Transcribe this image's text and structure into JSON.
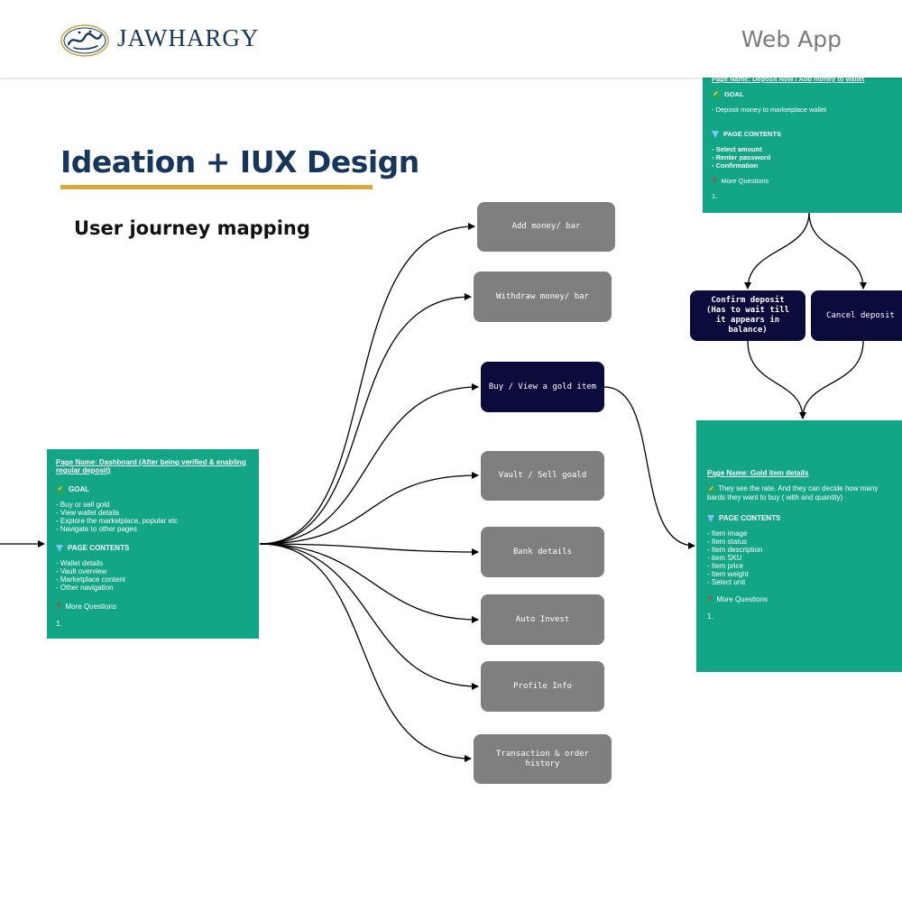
{
  "header": {
    "brand": "JAWHARGY",
    "platform": "Web App",
    "logo_icon": "jawhargy-calligraphy-logo"
  },
  "slide": {
    "title": "Ideation + IUX Design",
    "subtitle": "User journey mapping"
  },
  "colors": {
    "brand_navy": "#16365c",
    "gold_underline": "#d6aa3b",
    "card_green": "#13a686",
    "node_gray": "#7f7f7f",
    "node_navy": "#0b0b3c"
  },
  "dashboard_card": {
    "page_name": "Page Name: Dashboard (After being verified & enabling regular deposit)",
    "goal_label": "GOAL",
    "goals": [
      "- Buy or sell gold",
      "- View wallet details",
      "- Explore the marketplace, popular etc",
      "- Navigate to other pages"
    ],
    "contents_label": "PAGE CONTENTS",
    "contents": [
      "- Wallet details",
      "- Vault overview",
      "- Marketplace content",
      "- Other navigation"
    ],
    "questions_label": "More Questions",
    "numbering": "1."
  },
  "deposit_card": {
    "page_name": "Page Name: Deposit Now / Add money to wallet",
    "goal_label": "GOAL",
    "goals": [
      "- Deposit money to marketplace wallet"
    ],
    "contents_label": "PAGE CONTENTS",
    "contents": [
      "- Select amount",
      "- Renter password",
      "- Confirmation"
    ],
    "questions_label": "More Questions",
    "numbering": "1."
  },
  "gold_card": {
    "page_name": "Page Name: Gold item details",
    "goal_text": "They see the rate. And they can decide how many bards they want to buy ( with and quantity)",
    "contents_label": "PAGE CONTENTS",
    "contents": [
      "- Item image",
      "- Item status",
      "- Item description",
      "- item SKU",
      "- Item price",
      "- Item weight",
      "- Select unit"
    ],
    "questions_label": "More Questions",
    "numbering": "1."
  },
  "nodes": {
    "add_money": "Add money/ bar",
    "withdraw": "Withdraw money/ bar",
    "buy_gold": "Buy / View a gold item",
    "vault": "Vault / Sell goald",
    "bank": "Bank details",
    "auto_invest": "Auto Invest",
    "profile": "Profile Info",
    "history": "Transaction & order history",
    "confirm_deposit": "Confirm deposit (Has to wait till it appears in balance)",
    "cancel_deposit": "Cancel deposit"
  }
}
